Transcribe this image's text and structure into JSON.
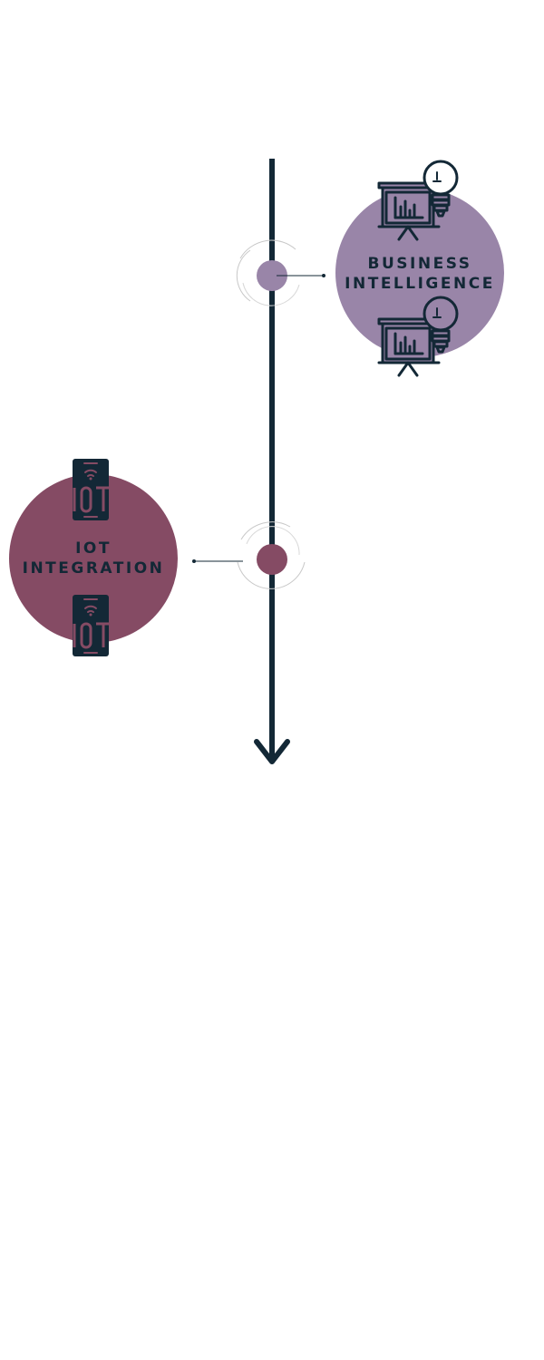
{
  "colors": {
    "axis": "#132836",
    "business_intelligence": "#9985a8",
    "iot_integration": "#854b64",
    "halo": "#c8c8c8",
    "background": "#ffffff"
  },
  "timeline": {
    "direction": "down",
    "milestones": [
      {
        "label_line1": "BUSINESS",
        "label_line2": "INTELLIGENCE",
        "icon": "presentation-lightbulb-icon",
        "side": "right",
        "color": "#9985a8"
      },
      {
        "label_line1": "IOT",
        "label_line2": "INTEGRATION",
        "icon": "iot-smartphone-icon",
        "side": "left",
        "color": "#854b64"
      }
    ]
  }
}
